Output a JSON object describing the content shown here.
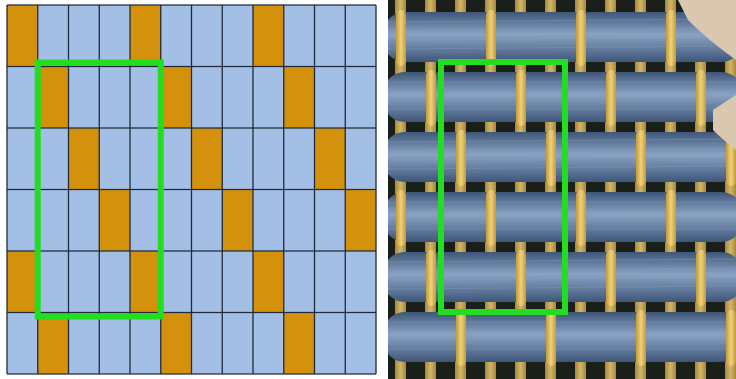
{
  "diagram": {
    "rows": 6,
    "cols": 12,
    "weft_color": "#a3bfe6",
    "warp_color": "#d4910b",
    "line_color": "#1f2a3a",
    "warp_up_cells": [
      [
        0,
        0
      ],
      [
        0,
        4
      ],
      [
        0,
        8
      ],
      [
        1,
        1
      ],
      [
        1,
        5
      ],
      [
        1,
        9
      ],
      [
        2,
        2
      ],
      [
        2,
        6
      ],
      [
        2,
        10
      ],
      [
        3,
        3
      ],
      [
        3,
        7
      ],
      [
        3,
        11
      ],
      [
        4,
        0
      ],
      [
        4,
        4
      ],
      [
        4,
        8
      ],
      [
        5,
        1
      ],
      [
        5,
        5
      ],
      [
        5,
        9
      ]
    ],
    "highlight": {
      "color": "#22dd22",
      "row_start": 1,
      "row_end": 5,
      "col_start": 1,
      "col_end": 5
    }
  },
  "photo": {
    "background_color": "#1a1f1a",
    "weft_color": "#3e5678",
    "weft_highlight_color": "#8aa3c4",
    "warp_color": "#c29a3a",
    "warp_highlight_color": "#f0d27a",
    "corner_thread_color": "#d9c7b0",
    "highlight_color": "#22dd22"
  }
}
